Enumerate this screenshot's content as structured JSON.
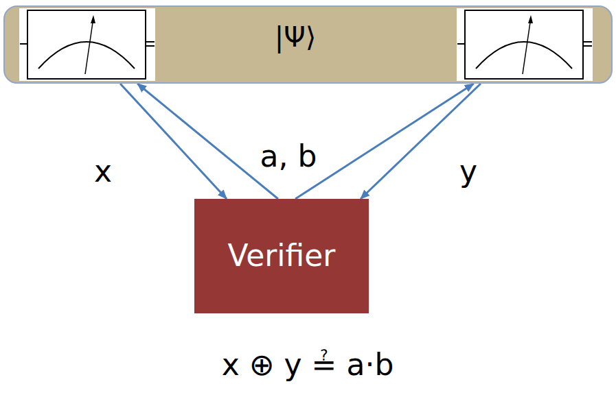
{
  "diagram": {
    "nodes": [
      {
        "text": [
          "|Ψ⟩"
        ]
      },
      {
        "text": [
          "Verifier"
        ]
      }
    ],
    "edges": [
      {
        "from": 0,
        "to": 1,
        "arrow": "to",
        "label": "x"
      },
      {
        "from": 1,
        "to": 0,
        "arrow": "to",
        "label": "a, b"
      },
      {
        "from": 1,
        "to": 0,
        "arrow": "to"
      },
      {
        "from": 0,
        "to": 1,
        "arrow": "to",
        "label": "y"
      }
    ],
    "labels": [
      "x ⊕ y ≟ a·b"
    ]
  }
}
